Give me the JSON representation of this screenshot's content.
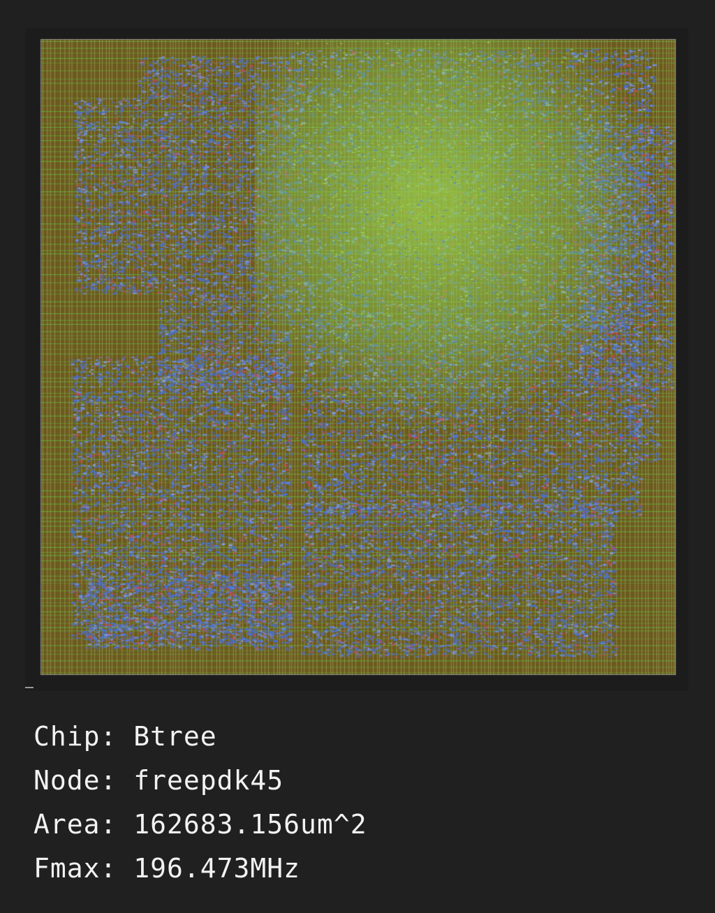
{
  "layout_view": {
    "background_color": "#1c1c1c",
    "die_color": "#6b5a1e",
    "cell_color": "#4a6fd0",
    "route_color_horizontal": "#5fc843",
    "route_color_vertical": "#c8c48a",
    "hot_region_color": "#9cd04a",
    "pin_color": "#c24a5a"
  },
  "info": {
    "rows": [
      {
        "key": "Chip",
        "value": "Btree"
      },
      {
        "key": "Node",
        "value": "freepdk45"
      },
      {
        "key": "Area",
        "value": "162683.156um^2"
      },
      {
        "key": "Fmax",
        "value": "196.473MHz"
      }
    ]
  }
}
